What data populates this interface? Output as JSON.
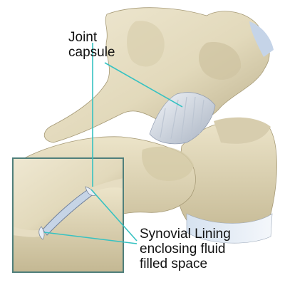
{
  "labels": {
    "joint_capsule": [
      "Joint",
      "capsule"
    ],
    "synovial_lining": [
      "Synovial Lining",
      "enclosing fluid",
      "filled space"
    ]
  },
  "colors": {
    "bone": "#e4dcc0",
    "bone_shadow": "#b9ad8a",
    "bone_dark": "#8f8463",
    "capsule": "#dfe6ef",
    "capsule_shade": "#9faabb",
    "cartilage": "#c9d8ea",
    "leader": "#36c2c2",
    "inset_frame": "#4f7f7b"
  }
}
